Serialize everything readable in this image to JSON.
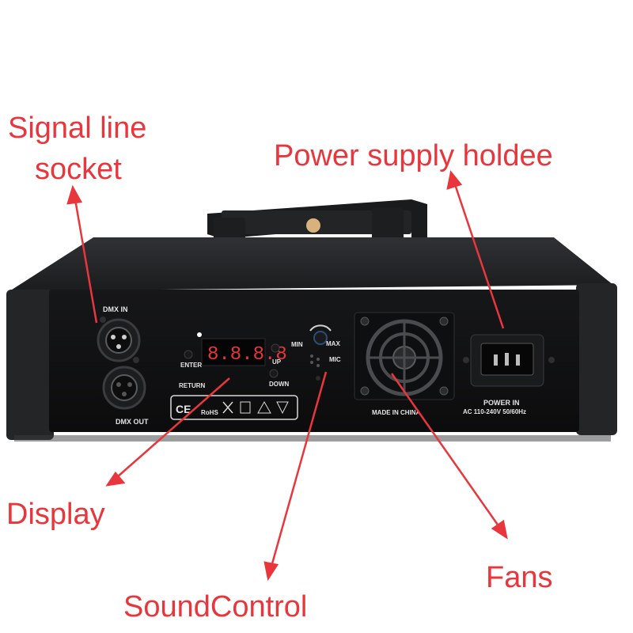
{
  "callouts": {
    "signal_line_1": "Signal line",
    "signal_line_2": "socket",
    "power_supply": "Power supply holdee",
    "display": "Display",
    "sound_control": "SoundControl",
    "fans": "Fans"
  },
  "panel_labels": {
    "dmx_in": "DMX IN",
    "dmx_out": "DMX OUT",
    "enter": "ENTER",
    "return": "RETURN",
    "up": "UP",
    "down": "DOWN",
    "min": "MIN",
    "max": "MAX",
    "mic": "MIC",
    "display_digits": "8.8.8.8",
    "made_in": "MADE IN CHINA",
    "power_in": "POWER IN",
    "power_spec": "AC 110-240V 50/60Hz"
  },
  "cert_marks": [
    "CE",
    "RoHS"
  ],
  "colors": {
    "annotation": "#e8363c",
    "chassis": "#1e1f21",
    "panel": "#111214",
    "panel_text": "#e4e4e4",
    "led_digits": "#e8363c"
  }
}
